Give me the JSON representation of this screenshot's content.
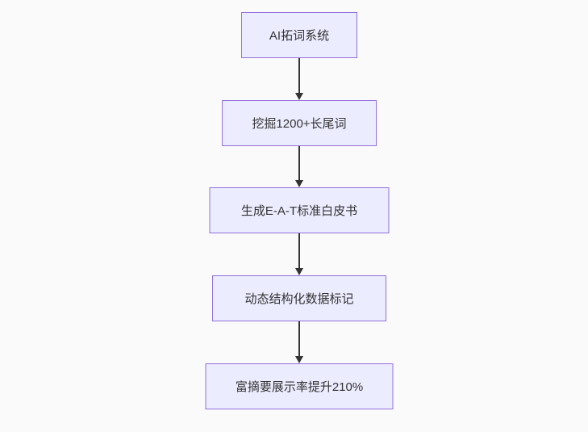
{
  "diagram": {
    "type": "flowchart-vertical",
    "colors": {
      "background": "#fafafa",
      "node_fill": "#ECECFF",
      "node_border": "#9370DB",
      "node_text": "#333333",
      "arrow": "#333333"
    },
    "nodes": [
      {
        "id": "n1",
        "label": "AI拓词系统"
      },
      {
        "id": "n2",
        "label": "挖掘1200+长尾词"
      },
      {
        "id": "n3",
        "label": "生成E-A-T标准白皮书"
      },
      {
        "id": "n4",
        "label": "动态结构化数据标记"
      },
      {
        "id": "n5",
        "label": "富摘要展示率提升210%"
      }
    ],
    "edges": [
      {
        "from": "n1",
        "to": "n2"
      },
      {
        "from": "n2",
        "to": "n3"
      },
      {
        "from": "n3",
        "to": "n4"
      },
      {
        "from": "n4",
        "to": "n5"
      }
    ]
  }
}
